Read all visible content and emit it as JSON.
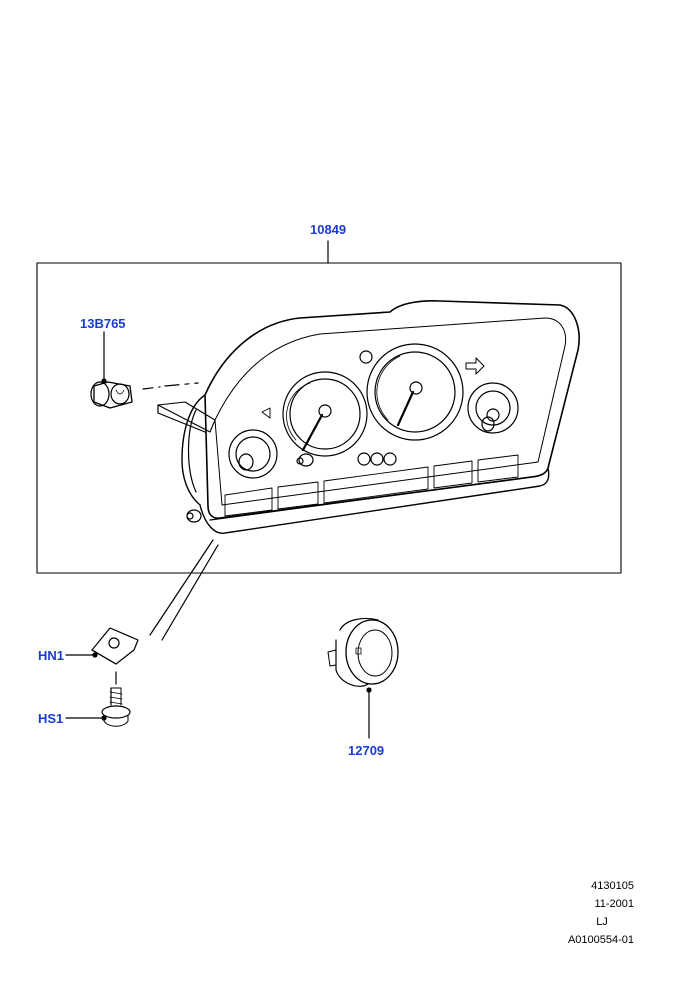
{
  "callouts": {
    "cluster": "10849",
    "bulb": "13B765",
    "clip_nut": "HN1",
    "screw": "HS1",
    "gauge_ring": "12709"
  },
  "drawing_info": {
    "illustration_no": "4130105",
    "date": "11-2001",
    "initials": "LJ",
    "reference": "A0100554-01"
  },
  "colors": {
    "callout_text": "#1a3ccf",
    "line": "#000000"
  }
}
